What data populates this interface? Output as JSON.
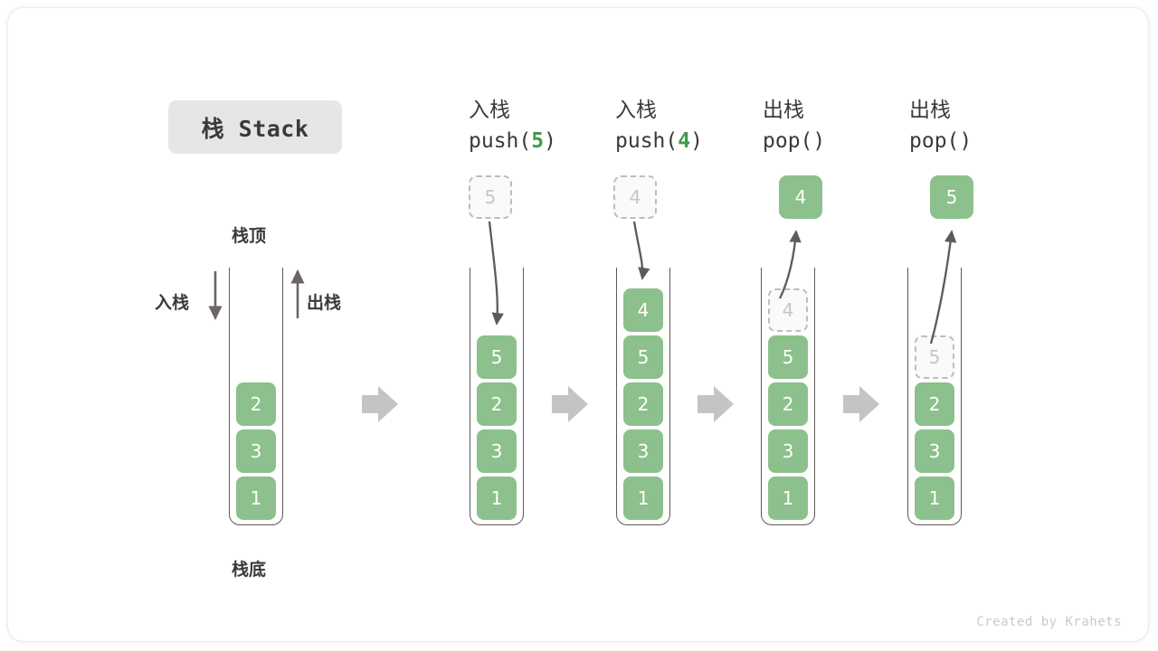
{
  "title": {
    "label": "栈 Stack"
  },
  "legend": {
    "top_label": "栈顶",
    "bottom_label": "栈底",
    "push_label": "入栈",
    "pop_label": "出栈"
  },
  "footer": {
    "credit": "Created by Krahets"
  },
  "colors": {
    "cell_fill": "#8cc08c",
    "cell_text": "#ffffff",
    "ghost_fill": "#fafafa",
    "ghost_border": "#bdbdbd",
    "ghost_text": "#c6c6c6",
    "accent_green": "#3f9a4d",
    "stroke": "#5e5a58",
    "step_arrow": "#c4c4c4",
    "chip_bg": "#e6e6e6",
    "text": "#3a3a3a"
  },
  "steps": [
    {
      "id": "initial",
      "header_cn": "",
      "header_code": "",
      "code_prefix": "",
      "code_arg": "",
      "code_suffix": "",
      "float": null,
      "cells": [
        {
          "value": "2",
          "state": "filled"
        },
        {
          "value": "3",
          "state": "filled"
        },
        {
          "value": "1",
          "state": "filled"
        }
      ]
    },
    {
      "id": "push-5",
      "header_cn": "入栈",
      "header_code": "push(5)",
      "code_prefix": "push(",
      "code_arg": "5",
      "code_suffix": ")",
      "float": {
        "value": "5",
        "state": "ghost"
      },
      "cells": [
        {
          "value": "5",
          "state": "filled"
        },
        {
          "value": "2",
          "state": "filled"
        },
        {
          "value": "3",
          "state": "filled"
        },
        {
          "value": "1",
          "state": "filled"
        }
      ]
    },
    {
      "id": "push-4",
      "header_cn": "入栈",
      "header_code": "push(4)",
      "code_prefix": "push(",
      "code_arg": "4",
      "code_suffix": ")",
      "float": {
        "value": "4",
        "state": "ghost"
      },
      "cells": [
        {
          "value": "4",
          "state": "filled"
        },
        {
          "value": "5",
          "state": "filled"
        },
        {
          "value": "2",
          "state": "filled"
        },
        {
          "value": "3",
          "state": "filled"
        },
        {
          "value": "1",
          "state": "filled"
        }
      ]
    },
    {
      "id": "pop-4",
      "header_cn": "出栈",
      "header_code": "pop()",
      "code_prefix": "pop(",
      "code_arg": "",
      "code_suffix": ")",
      "float": {
        "value": "4",
        "state": "filled"
      },
      "cells": [
        {
          "value": "4",
          "state": "ghost"
        },
        {
          "value": "5",
          "state": "filled"
        },
        {
          "value": "2",
          "state": "filled"
        },
        {
          "value": "3",
          "state": "filled"
        },
        {
          "value": "1",
          "state": "filled"
        }
      ]
    },
    {
      "id": "pop-5",
      "header_cn": "出栈",
      "header_code": "pop()",
      "code_prefix": "pop(",
      "code_arg": "",
      "code_suffix": ")",
      "float": {
        "value": "5",
        "state": "filled"
      },
      "cells": [
        {
          "value": "",
          "state": "empty"
        },
        {
          "value": "5",
          "state": "ghost"
        },
        {
          "value": "2",
          "state": "filled"
        },
        {
          "value": "3",
          "state": "filled"
        },
        {
          "value": "1",
          "state": "filled"
        }
      ]
    }
  ]
}
